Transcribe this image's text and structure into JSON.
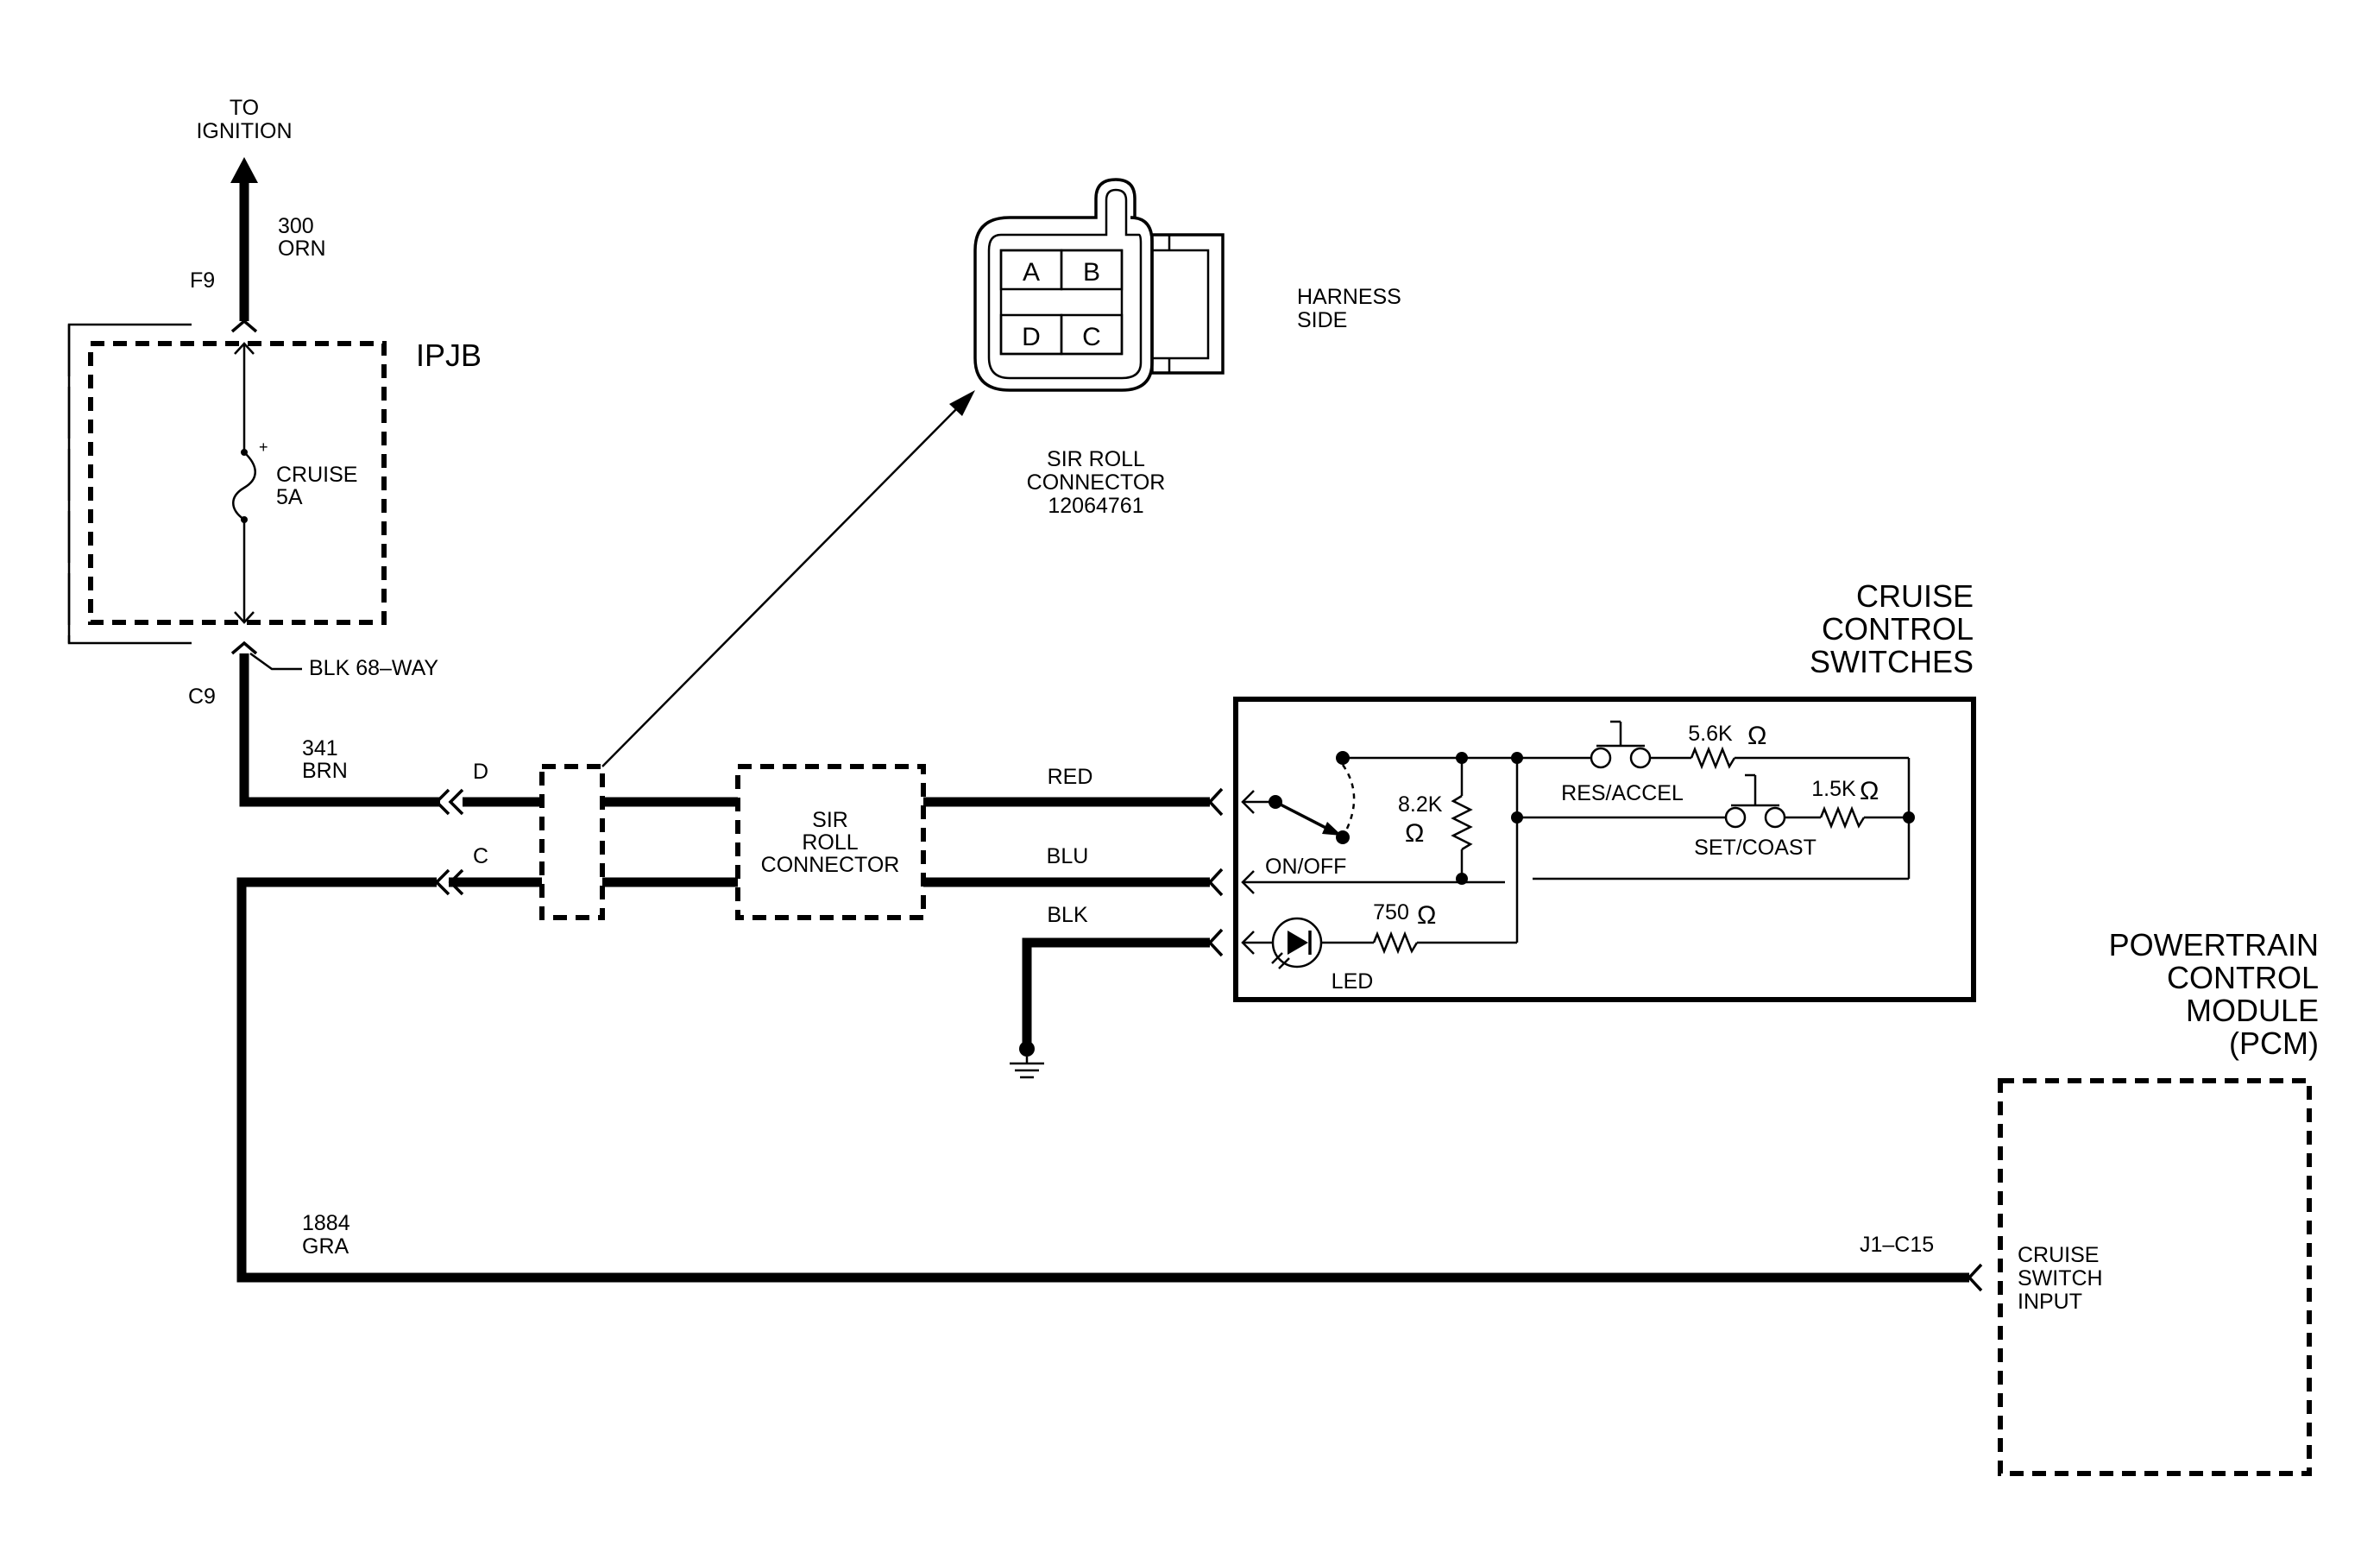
{
  "ignition": {
    "line1": "TO",
    "line2": "IGNITION"
  },
  "ignition_wire": {
    "circuit": "300",
    "color": "ORN"
  },
  "ipjb": {
    "name": "IPJB",
    "top_pin": "F9",
    "bottom_pin": "C9",
    "fuse_name": "CRUISE",
    "fuse_rating": "5A",
    "plus": "+",
    "connector": "BLK  68–WAY"
  },
  "brn_wire": {
    "circuit": "341",
    "color": "BRN",
    "pin": "D"
  },
  "c_wire": {
    "pin": "C"
  },
  "sir_connector_detail": {
    "pins": [
      "A",
      "B",
      "D",
      "C"
    ],
    "side_label": [
      "HARNESS",
      "SIDE"
    ],
    "caption": [
      "SIR ROLL",
      "CONNECTOR",
      "12064761"
    ]
  },
  "sir_inline": {
    "lines": [
      "SIR",
      "ROLL",
      "CONNECTOR"
    ]
  },
  "wires_right": {
    "red": "RED",
    "blu": "BLU",
    "blk": "BLK"
  },
  "switches": {
    "title": [
      "CRUISE",
      "CONTROL",
      "SWITCHES"
    ],
    "res_accel": "RES/ACCEL",
    "set_coast": "SET/COAST",
    "on_off": "ON/OFF",
    "r1": "5.6K",
    "r2": "1.5K",
    "r3": "8.2K",
    "r4": "750",
    "ohm": "Ω",
    "led": "LED"
  },
  "gra_wire": {
    "circuit": "1884",
    "color": "GRA",
    "pin": "J1–C15"
  },
  "pcm": {
    "title": [
      "POWERTRAIN",
      "CONTROL",
      "MODULE",
      "(PCM)"
    ],
    "input": [
      "CRUISE",
      "SWITCH",
      "INPUT"
    ]
  }
}
